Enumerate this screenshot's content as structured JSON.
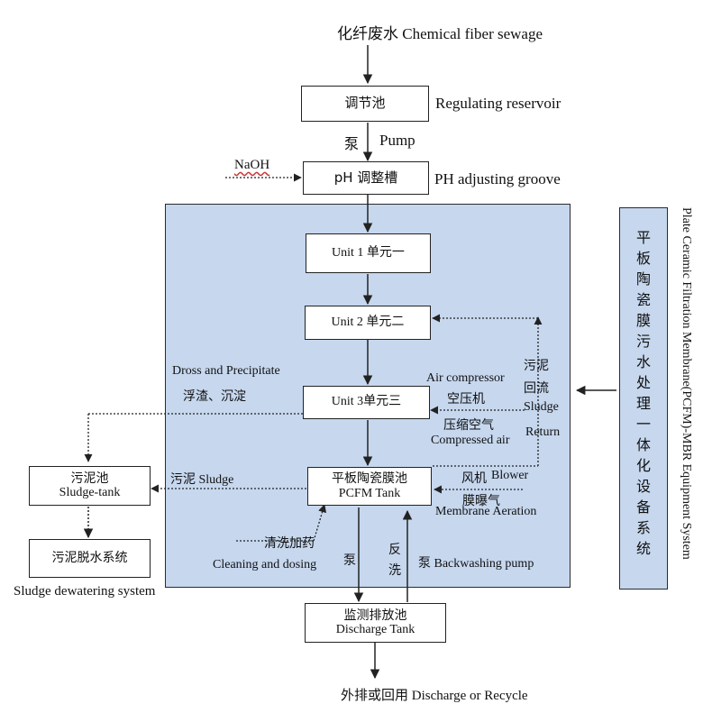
{
  "top_input": "化纤废水 Chemical fiber sewage",
  "regulating": {
    "box": "调节池",
    "label": "Regulating reservoir"
  },
  "pump": {
    "cn": "泵",
    "en": "Pump"
  },
  "naoh": "NaOH",
  "ph": {
    "box": "pH 调整槽",
    "label": "PH adjusting groove"
  },
  "unit1": "Unit 1 单元一",
  "unit2": "Unit 2 单元二",
  "unit3": "Unit 3单元三",
  "dross": {
    "en": "Dross and Precipitate",
    "cn": "浮渣、沉淀"
  },
  "air": {
    "en_top": "Air compressor",
    "cn_top": "空压机",
    "cn_bottom": "压缩空气",
    "en_bottom": "Compressed air"
  },
  "sludge_return": {
    "cn1": "污泥",
    "cn2": "回流",
    "en1": "Sludge",
    "en2": "Return"
  },
  "pcfm": {
    "cn": "平板陶瓷膜池",
    "en": "PCFM Tank"
  },
  "blower": {
    "cn": "风机",
    "en": "Blower"
  },
  "membrane_aeration": {
    "cn": "膜曝气",
    "en": "Membrane Aeration"
  },
  "sludge_flow": "污泥 Sludge",
  "sludge_tank": {
    "cn": "污泥池",
    "en": "Sludge-tank"
  },
  "dewatering": {
    "box": "污泥脱水系统",
    "label": "Sludge dewatering system"
  },
  "cleaning": {
    "cn": "清洗加药",
    "en": "Cleaning and dosing"
  },
  "pump_down": "泵",
  "backwash": {
    "cn": "反洗",
    "en": "泵 Backwashing pump"
  },
  "discharge_tank": {
    "cn": "监测排放池",
    "en": "Discharge Tank"
  },
  "final_output": "外排或回用 Discharge  or Recycle",
  "system": {
    "cn": "平板陶瓷膜污水处理一体化设备系统",
    "en": "Plate Ceramic Filtration Membrane(PCFM)-MBR Equipment System"
  },
  "colors": {
    "panel": "#c6d7ee",
    "line": "#222222"
  }
}
